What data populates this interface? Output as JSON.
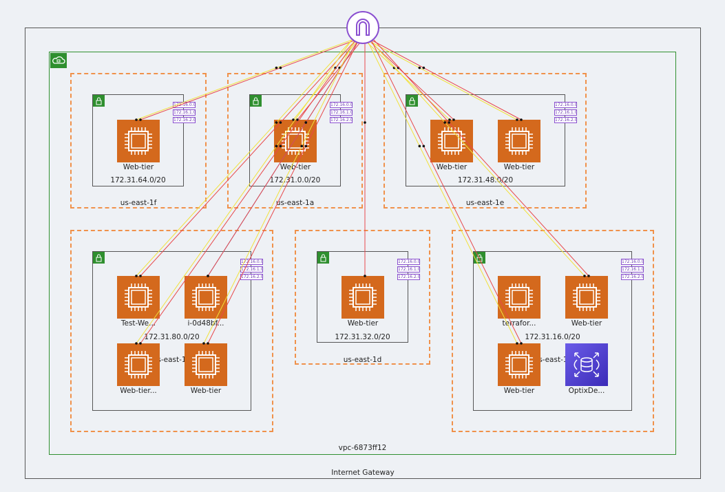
{
  "colors": {
    "vpc": "#2f8f2f",
    "az": "#f0914a",
    "ec2": "#d4691d",
    "rds": "#4b3bd0",
    "route_table": "#8a4fd0",
    "route_yellow": "#f2e23a",
    "route_red": "#e8474a",
    "route_blue": "#3f7fd6"
  },
  "gateway": {
    "label": "Internet Gateway",
    "icon": "internet-gateway-icon"
  },
  "vpc": {
    "label": "vpc-6873ff12",
    "icon": "vpc-cloud-lock-icon"
  },
  "route_table_entries": [
    "172.16.0.0",
    "172.16.1.0",
    "172.16.2.0"
  ],
  "zones": [
    {
      "id": "1f",
      "label": "us-east-1f",
      "subnet": "172.31.64.0/20",
      "instances": [
        {
          "id": "a",
          "label": "Web-tier",
          "type": "ec2"
        }
      ]
    },
    {
      "id": "1a",
      "label": "us-east-1a",
      "subnet": "172.31.0.0/20",
      "instances": [
        {
          "id": "b",
          "label": "Web-tier",
          "type": "ec2"
        }
      ]
    },
    {
      "id": "1e",
      "label": "us-east-1e",
      "subnet": "172.31.48.0/20",
      "instances": [
        {
          "id": "c",
          "label": "Web-tier",
          "type": "ec2"
        },
        {
          "id": "d",
          "label": "Web-tier",
          "type": "ec2"
        }
      ]
    },
    {
      "id": "1b",
      "label": "us-east-1b",
      "subnet": "172.31.80.0/20",
      "instances": [
        {
          "id": "e",
          "label": "Test-We...",
          "type": "ec2"
        },
        {
          "id": "f",
          "label": "i-0d48bf...",
          "type": "ec2"
        },
        {
          "id": "g",
          "label": "Web-tier...",
          "type": "ec2"
        },
        {
          "id": "h",
          "label": "Web-tier",
          "type": "ec2"
        }
      ]
    },
    {
      "id": "1d",
      "label": "us-east-1d",
      "subnet": "172.31.32.0/20",
      "instances": [
        {
          "id": "i",
          "label": "Web-tier",
          "type": "ec2"
        }
      ]
    },
    {
      "id": "1c",
      "label": "us-east-1c",
      "subnet": "172.31.16.0/20",
      "instances": [
        {
          "id": "j",
          "label": "terrafor...",
          "type": "ec2"
        },
        {
          "id": "k",
          "label": "Web-tier",
          "type": "ec2"
        },
        {
          "id": "l",
          "label": "Web-tier",
          "type": "ec2"
        },
        {
          "id": "m",
          "label": "OptixDe...",
          "type": "rds"
        }
      ]
    }
  ],
  "connections": [
    {
      "to": "a",
      "color": "yellow"
    },
    {
      "to": "a",
      "color": "red"
    },
    {
      "to": "b",
      "color": "yellow"
    },
    {
      "to": "b",
      "color": "red"
    },
    {
      "to": "c",
      "color": "yellow"
    },
    {
      "to": "c",
      "color": "red"
    },
    {
      "to": "d",
      "color": "yellow"
    },
    {
      "to": "d",
      "color": "red"
    },
    {
      "to": "e",
      "color": "yellow"
    },
    {
      "to": "e",
      "color": "red"
    },
    {
      "to": "f",
      "color": "blue"
    },
    {
      "to": "f",
      "color": "red"
    },
    {
      "to": "g",
      "color": "yellow"
    },
    {
      "to": "g",
      "color": "red"
    },
    {
      "to": "h",
      "color": "yellow"
    },
    {
      "to": "h",
      "color": "red"
    },
    {
      "to": "i",
      "color": "red"
    },
    {
      "to": "k",
      "color": "yellow"
    },
    {
      "to": "k",
      "color": "red"
    },
    {
      "to": "l",
      "color": "yellow"
    },
    {
      "to": "l",
      "color": "red"
    }
  ]
}
